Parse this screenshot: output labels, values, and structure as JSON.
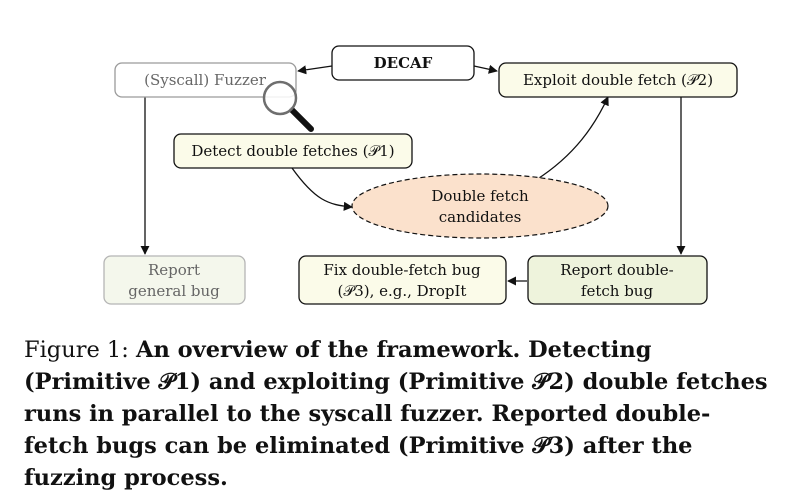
{
  "diagram": {
    "nodes": {
      "decaf": "DECAF",
      "fuzzer": "(Syscall) Fuzzer",
      "exploit": "Exploit double fetch (𝒫2)",
      "detect": "Detect double fetches (𝒫1)",
      "candidates_line1": "Double fetch",
      "candidates_line2": "candidates",
      "report_general_line1": "Report",
      "report_general_line2": "general bug",
      "fix_line1": "Fix double-fetch bug",
      "fix_line2": "(𝒫3), e.g., DropIt",
      "report_df_line1": "Report double-",
      "report_df_line2": "fetch bug"
    },
    "icons": {
      "magnifier": "magnifying-glass-icon"
    },
    "colors": {
      "yellow_fill": "#fbfbe9",
      "green_fill": "#eef3dc",
      "pale_green_fill": "#f4f7ec",
      "orange_fill": "#fbe1cc",
      "gray_border": "#9a9a9a"
    }
  },
  "caption": {
    "label": "Figure 1: ",
    "text": "An overview of the framework. Detecting (Primitive 𝒫1) and exploiting (Primitive 𝒫2) double fetches runs in parallel to the syscall fuzzer. Reported double-fetch bugs can be eliminated (Primitive 𝒫3) after the fuzzing process."
  }
}
